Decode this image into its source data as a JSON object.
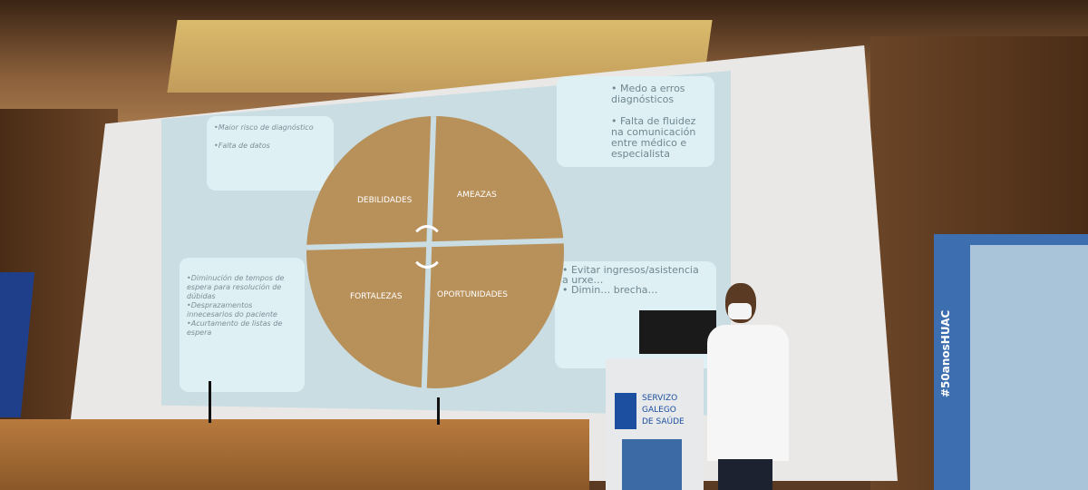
{
  "slide": {
    "quadrants": {
      "top_left": "DEBILIDADES",
      "top_right": "AMEAZAS",
      "bottom_left": "FORTALEZAS",
      "bottom_right": "OPORTUNIDADES"
    },
    "weaknesses": [
      "•Maior risco de diagnóstico",
      "•Falta de datos"
    ],
    "threats": [
      "• Medo a erros diagnósticos",
      "• Falta de fluidez na comunicación entre médico e especialista"
    ],
    "strengths": [
      "•Diminución de tempos de espera para resolución de dúbidas",
      "•Desprazamentos innecesarios do paciente",
      "•Acurtamento de listas de espera"
    ],
    "opportunities": [
      "• Evitar ingresos/asistencia a urxe…",
      "• Dimin… brecha…"
    ],
    "colors": {
      "circle": "#b8905a",
      "slide_bg": "#c9dde3",
      "box_bg": "#dff0f4"
    }
  },
  "podium": {
    "line1": "SERVIZO",
    "line2": "GALEGO",
    "line3": "DE SAÚDE"
  },
  "banner": {
    "hashtag": "#50anosHUAC"
  }
}
